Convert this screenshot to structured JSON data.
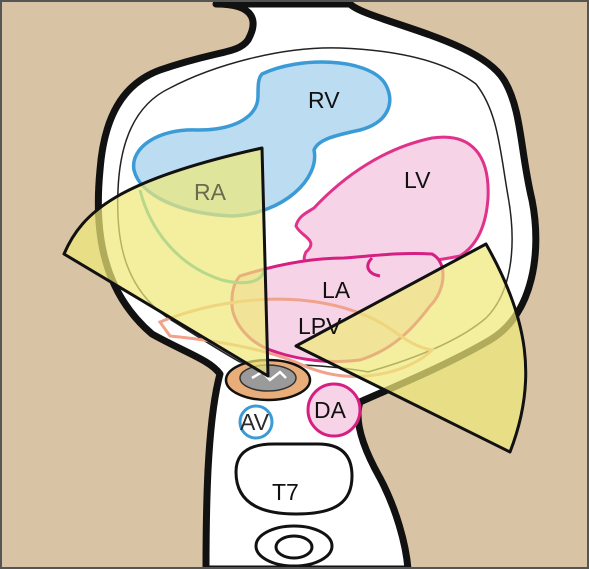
{
  "labels": {
    "rv": "RV",
    "lv": "LV",
    "ra": "RA",
    "la": "LA",
    "lpv": "LPV",
    "av": "AV",
    "da": "DA",
    "t7": "T7"
  },
  "colors": {
    "background": "#d8c3a5",
    "body": "#ffffff",
    "rv_fill": "#bcdcf2",
    "rv_stroke": "#3b9bd6",
    "lv_fill": "#f6d3e6",
    "lv_stroke": "#e0318b",
    "la_stroke": "#d61f83",
    "pulmonary_vein": "#f0a38a",
    "scan_sector": "#efe97a",
    "scan_sector_stroke": "#111111",
    "av_stroke": "#3b9bd6",
    "da_stroke": "#d61f83"
  }
}
